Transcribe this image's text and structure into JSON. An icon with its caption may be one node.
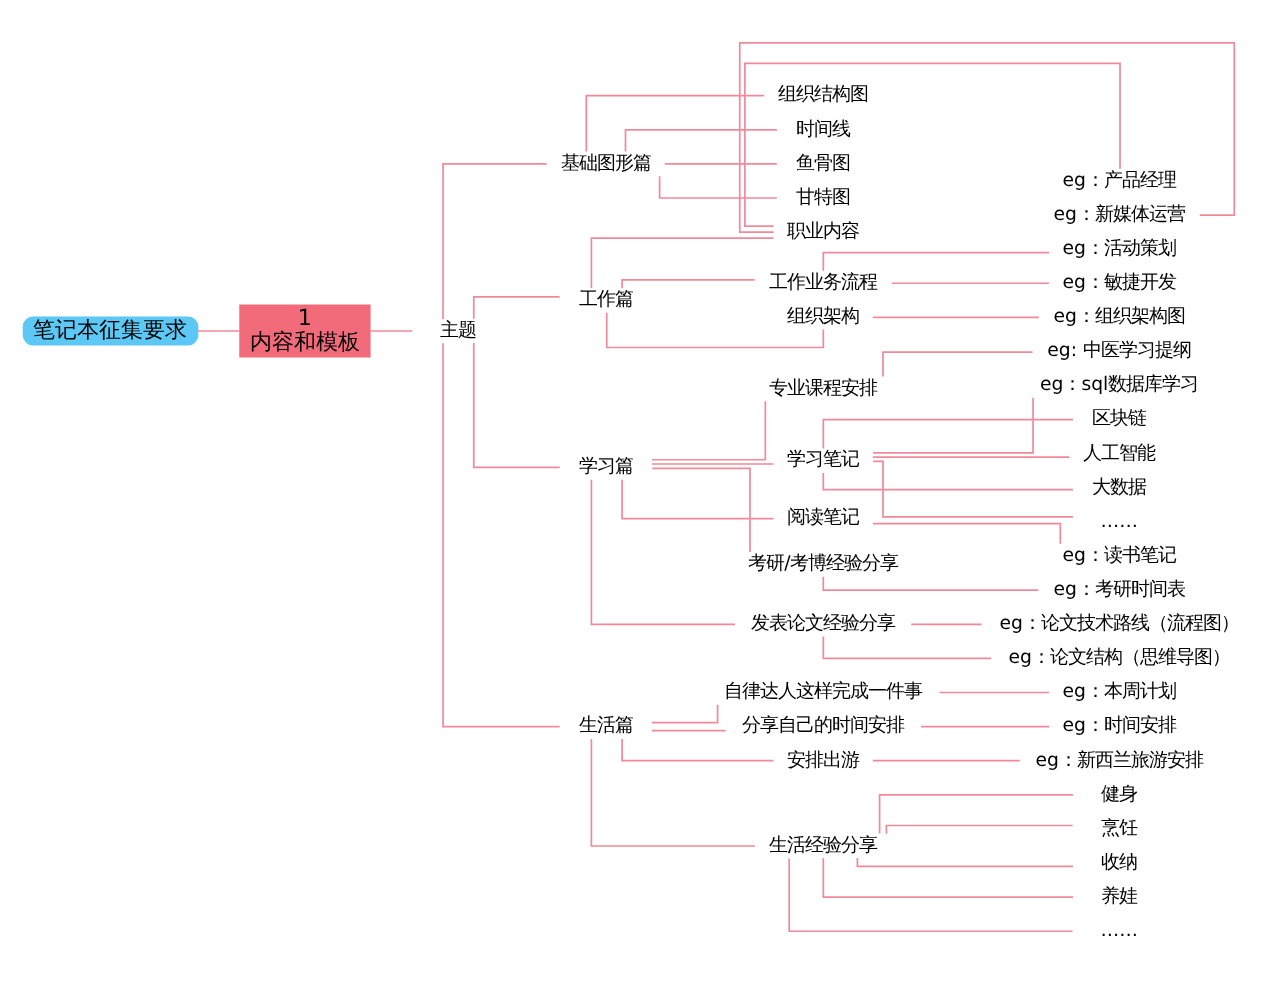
{
  "diagram": {
    "nodes": [
      {
        "text": [
          "笔记本征集要求"
        ]
      },
      {
        "text": [
          "1",
          "内容和模板"
        ]
      },
      {
        "text": [
          "主题"
        ]
      },
      {
        "text": [
          "基础图形篇"
        ]
      },
      {
        "text": [
          "组织结构图"
        ]
      },
      {
        "text": [
          "时间线"
        ]
      },
      {
        "text": [
          "鱼骨图"
        ]
      },
      {
        "text": [
          "甘特图"
        ]
      },
      {
        "text": [
          "工作篇"
        ]
      },
      {
        "text": [
          "职业内容"
        ]
      },
      {
        "text": [
          "eg：产品经理"
        ]
      },
      {
        "text": [
          "eg：新媒体运营"
        ]
      },
      {
        "text": [
          "工作业务流程"
        ]
      },
      {
        "text": [
          "eg：活动策划"
        ]
      },
      {
        "text": [
          "eg：敏捷开发"
        ]
      },
      {
        "text": [
          "组织架构"
        ]
      },
      {
        "text": [
          "eg：组织架构图"
        ]
      },
      {
        "text": [
          "学习篇"
        ]
      },
      {
        "text": [
          "专业课程安排"
        ]
      },
      {
        "text": [
          "eg: 中医学习提纲"
        ]
      },
      {
        "text": [
          "学习笔记"
        ]
      },
      {
        "text": [
          "eg：sql数据库学习"
        ]
      },
      {
        "text": [
          "区块链"
        ]
      },
      {
        "text": [
          "人工智能"
        ]
      },
      {
        "text": [
          "大数据"
        ]
      },
      {
        "text": [
          "……"
        ]
      },
      {
        "text": [
          "阅读笔记"
        ]
      },
      {
        "text": [
          "eg：读书笔记"
        ]
      },
      {
        "text": [
          "考研/考博经验分享"
        ]
      },
      {
        "text": [
          "eg：考研时间表"
        ]
      },
      {
        "text": [
          "发表论文经验分享"
        ]
      },
      {
        "text": [
          "eg：论文技术路线（流程图）"
        ]
      },
      {
        "text": [
          "eg：论文结构（思维导图）"
        ]
      },
      {
        "text": [
          "生活篇"
        ]
      },
      {
        "text": [
          "自律达人这样完成一件事"
        ]
      },
      {
        "text": [
          "eg：本周计划"
        ]
      },
      {
        "text": [
          "分享自己的时间安排"
        ]
      },
      {
        "text": [
          "eg：时间安排"
        ]
      },
      {
        "text": [
          "安排出游"
        ]
      },
      {
        "text": [
          "eg：新西兰旅游安排"
        ]
      },
      {
        "text": [
          "生活经验分享"
        ]
      },
      {
        "text": [
          "健身"
        ]
      },
      {
        "text": [
          "烹饪"
        ]
      },
      {
        "text": [
          "收纳"
        ]
      },
      {
        "text": [
          "养娃"
        ]
      },
      {
        "text": [
          "……"
        ]
      }
    ],
    "edges": [
      {
        "from": 0,
        "to": 1,
        "arrow": "none"
      },
      {
        "from": 1,
        "to": 2,
        "arrow": "none"
      },
      {
        "from": 2,
        "to": 3,
        "arrow": "none"
      },
      {
        "from": 3,
        "to": 4,
        "arrow": "none"
      },
      {
        "from": 3,
        "to": 5,
        "arrow": "none"
      },
      {
        "from": 3,
        "to": 6,
        "arrow": "none"
      },
      {
        "from": 3,
        "to": 7,
        "arrow": "none"
      },
      {
        "from": 2,
        "to": 8,
        "arrow": "none"
      },
      {
        "from": 8,
        "to": 9,
        "arrow": "none"
      },
      {
        "from": 9,
        "to": 10,
        "arrow": "none"
      },
      {
        "from": 9,
        "to": 11,
        "arrow": "none"
      },
      {
        "from": 8,
        "to": 12,
        "arrow": "none"
      },
      {
        "from": 12,
        "to": 13,
        "arrow": "none"
      },
      {
        "from": 12,
        "to": 14,
        "arrow": "none"
      },
      {
        "from": 8,
        "to": 15,
        "arrow": "none"
      },
      {
        "from": 15,
        "to": 16,
        "arrow": "none"
      },
      {
        "from": 2,
        "to": 17,
        "arrow": "none"
      },
      {
        "from": 17,
        "to": 18,
        "arrow": "none"
      },
      {
        "from": 18,
        "to": 19,
        "arrow": "none"
      },
      {
        "from": 17,
        "to": 20,
        "arrow": "none"
      },
      {
        "from": 20,
        "to": 21,
        "arrow": "none"
      },
      {
        "from": 20,
        "to": 22,
        "arrow": "none"
      },
      {
        "from": 20,
        "to": 23,
        "arrow": "none"
      },
      {
        "from": 20,
        "to": 24,
        "arrow": "none"
      },
      {
        "from": 20,
        "to": 25,
        "arrow": "none"
      },
      {
        "from": 17,
        "to": 26,
        "arrow": "none"
      },
      {
        "from": 26,
        "to": 27,
        "arrow": "none"
      },
      {
        "from": 17,
        "to": 28,
        "arrow": "none"
      },
      {
        "from": 28,
        "to": 29,
        "arrow": "none"
      },
      {
        "from": 17,
        "to": 30,
        "arrow": "none"
      },
      {
        "from": 30,
        "to": 31,
        "arrow": "none"
      },
      {
        "from": 30,
        "to": 32,
        "arrow": "none"
      },
      {
        "from": 2,
        "to": 33,
        "arrow": "none"
      },
      {
        "from": 33,
        "to": 34,
        "arrow": "none"
      },
      {
        "from": 34,
        "to": 35,
        "arrow": "none"
      },
      {
        "from": 33,
        "to": 36,
        "arrow": "none"
      },
      {
        "from": 36,
        "to": 37,
        "arrow": "none"
      },
      {
        "from": 33,
        "to": 38,
        "arrow": "none"
      },
      {
        "from": 38,
        "to": 39,
        "arrow": "none"
      },
      {
        "from": 33,
        "to": 40,
        "arrow": "none"
      },
      {
        "from": 40,
        "to": 41,
        "arrow": "none"
      },
      {
        "from": 40,
        "to": 42,
        "arrow": "none"
      },
      {
        "from": 40,
        "to": 43,
        "arrow": "none"
      },
      {
        "from": 40,
        "to": 44,
        "arrow": "none"
      },
      {
        "from": 40,
        "to": 45,
        "arrow": "none"
      }
    ]
  }
}
